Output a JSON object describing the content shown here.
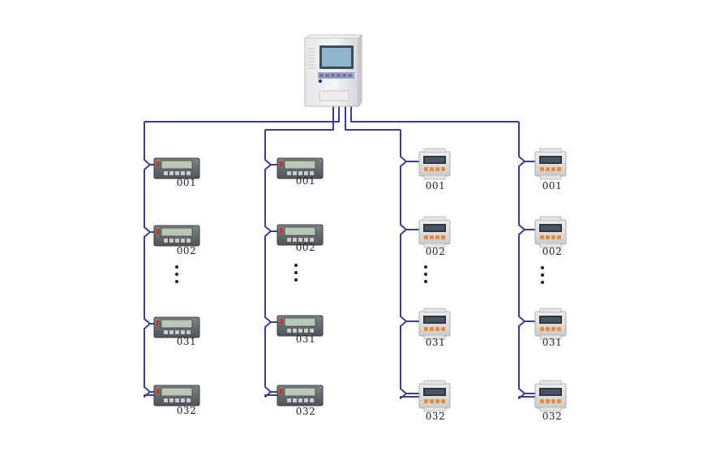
{
  "diagram": {
    "title": "",
    "controller": {
      "icon": "monitoring-host-icon"
    },
    "colors": {
      "wire": "#3e3d8a",
      "panel_meter_body": "#6b7076",
      "panel_meter_screen": "#b9c7b8",
      "rail_meter_body": "#dcdedd",
      "rail_meter_buttons": "#f0883a"
    },
    "columns": [
      {
        "device_icon": "panel-meter-icon",
        "devices": [
          "001",
          "002",
          "031",
          "032"
        ],
        "ellipsis": "…"
      },
      {
        "device_icon": "panel-meter-icon",
        "devices": [
          "001",
          "002",
          "031",
          "032"
        ],
        "ellipsis": "…"
      },
      {
        "device_icon": "din-rail-meter-icon",
        "devices": [
          "001",
          "002",
          "031",
          "032"
        ],
        "ellipsis": "…"
      },
      {
        "device_icon": "din-rail-meter-icon",
        "devices": [
          "001",
          "002",
          "031",
          "032"
        ],
        "ellipsis": "…"
      }
    ]
  }
}
